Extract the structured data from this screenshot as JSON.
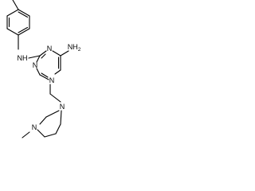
{
  "molecule": {
    "labels": {
      "amine_top": "NH",
      "amine_top_sub": "2",
      "anilino_nh": "NH",
      "ring_n1": "N",
      "ring_n2": "N",
      "ring_n3": "N",
      "piperazine_n1": "N",
      "piperazine_n2": "N"
    }
  }
}
